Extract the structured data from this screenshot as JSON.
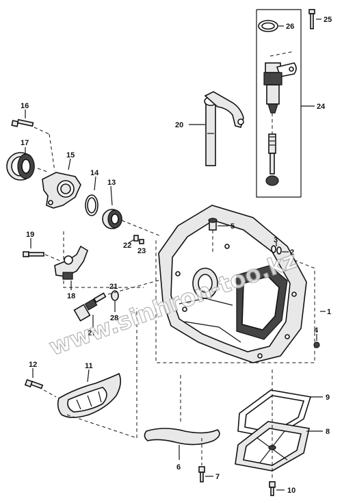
{
  "labels": {
    "n1": "1",
    "n2": "2",
    "n3": "3",
    "n4": "4",
    "n5": "5",
    "n6": "6",
    "n7": "7",
    "n8": "8",
    "n9": "9",
    "n10": "10",
    "n11": "11",
    "n12": "12",
    "n13": "13",
    "n14": "14",
    "n15": "15",
    "n16": "16",
    "n17": "17",
    "n18": "18",
    "n19": "19",
    "n20": "20",
    "n21": "21",
    "n22": "22",
    "n23": "23",
    "n24": "24",
    "n25": "25",
    "n26": "26",
    "n27": "27",
    "n28": "28"
  },
  "watermark": "www.sinhron-too.kz"
}
